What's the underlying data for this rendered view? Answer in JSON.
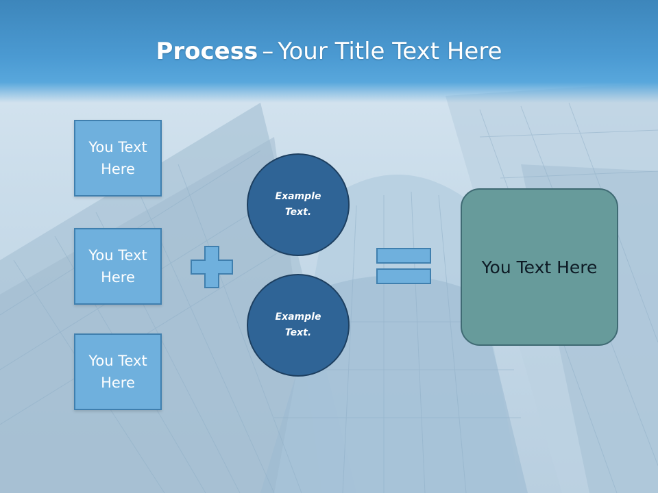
{
  "title": {
    "bold": "Process",
    "dash": "–",
    "rest": "Your Title Text Here"
  },
  "boxes": [
    {
      "label": "You Text Here"
    },
    {
      "label": "You Text Here"
    },
    {
      "label": "You Text Here"
    }
  ],
  "circles": [
    {
      "label": "Example Text."
    },
    {
      "label": "Example Text."
    }
  ],
  "result": {
    "label": "You Text Here"
  },
  "colors": {
    "header": "#4b9ad2",
    "box_fill": "#6fb0dd",
    "circle_fill": "#2f6496",
    "result_fill": "#679b9b"
  }
}
